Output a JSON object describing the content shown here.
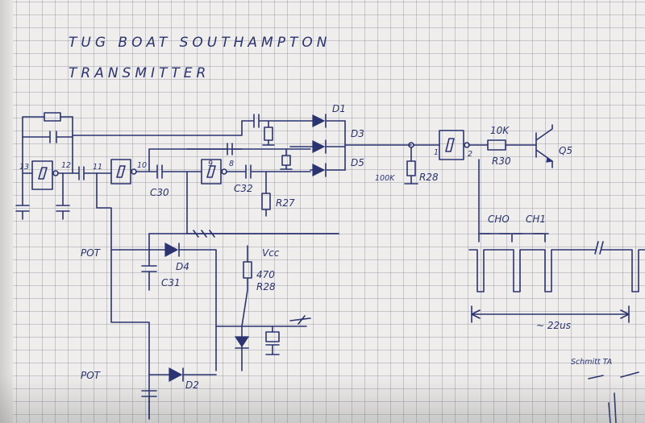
{
  "title": "TUG BOAT SOUTHAMPTON",
  "subtitle": "TRANSMITTER",
  "labels": {
    "d1": "D1",
    "d3": "D3",
    "d5": "D5",
    "q5": "Q5",
    "r30_value": "10K",
    "r30": "R30",
    "r28_value": "100K",
    "r28": "R28",
    "gate_in": "1",
    "gate_out": "2",
    "pin13": "13",
    "pin12": "12",
    "pin11": "11",
    "pin10": "10",
    "pin9": "9",
    "pin8": "8",
    "c30": "C30",
    "c32": "C32",
    "r27": "R27",
    "d4": "D4",
    "c31": "C31",
    "d2": "D2",
    "por1": "POT",
    "por2": "POT",
    "vcc": "Vcc",
    "r470_value": "470",
    "r28b": "R28",
    "ch0": "CHO",
    "ch1": "CH1",
    "period": "~ 22us",
    "partial": "Schmitt TA"
  },
  "colors": {
    "ink": "#2b3470",
    "paper": "#efeeec",
    "grid": "#8a90a0"
  }
}
